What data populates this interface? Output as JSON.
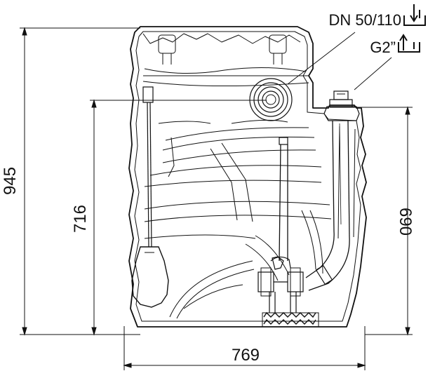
{
  "labels": {
    "inlet": "DN 50/110",
    "outlet": "G2”"
  },
  "dimensions": {
    "total_height": "945",
    "inlet_height": "716",
    "outlet_height": "690",
    "width": "769"
  },
  "icons": {
    "inlet_symbol": "pipe-inlet-arrow-down-icon",
    "outlet_symbol": "pipe-outlet-arrow-up-icon"
  },
  "colors": {
    "line": "#111111",
    "background": "#ffffff"
  }
}
